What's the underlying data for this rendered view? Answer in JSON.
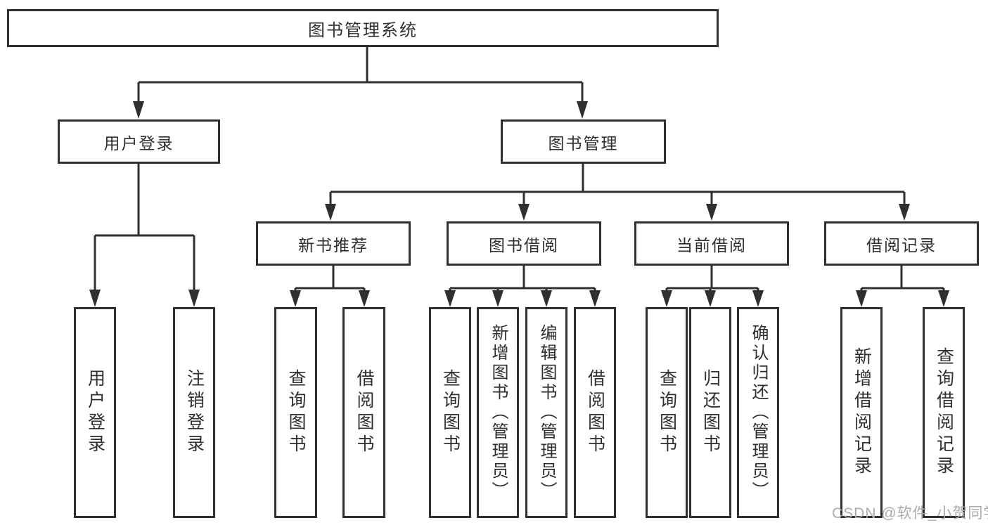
{
  "diagram": {
    "title": "图书管理系统",
    "root": {
      "label": "图书管理系统"
    },
    "branches": {
      "user_login": {
        "label": "用户登录"
      },
      "book_management": {
        "label": "图书管理"
      }
    },
    "modules": {
      "new_book": {
        "label": "新书推荐"
      },
      "book_borrow": {
        "label": "图书借阅"
      },
      "current_borrow": {
        "label": "当前借阅"
      },
      "borrow_record": {
        "label": "借阅记录"
      }
    },
    "leaves": {
      "user_login": [
        "用户登录",
        "注销登录"
      ],
      "new_book": [
        "查询图书",
        "借阅图书"
      ],
      "book_borrow": [
        "查询图书",
        "新增图书（管理员）",
        "编辑图书（管理员）",
        "借阅图书"
      ],
      "current_borrow": [
        "查询图书",
        "归还图书",
        "确认归还（管理员）"
      ],
      "borrow_record": [
        "新增借阅记录",
        "查询借阅记录"
      ]
    }
  },
  "watermark": "CSDN @软件_小贺同学",
  "colors": {
    "line": "#2f2f2f",
    "text": "#2f2f2f",
    "background": "#ffffff",
    "watermark": "#ababab"
  }
}
